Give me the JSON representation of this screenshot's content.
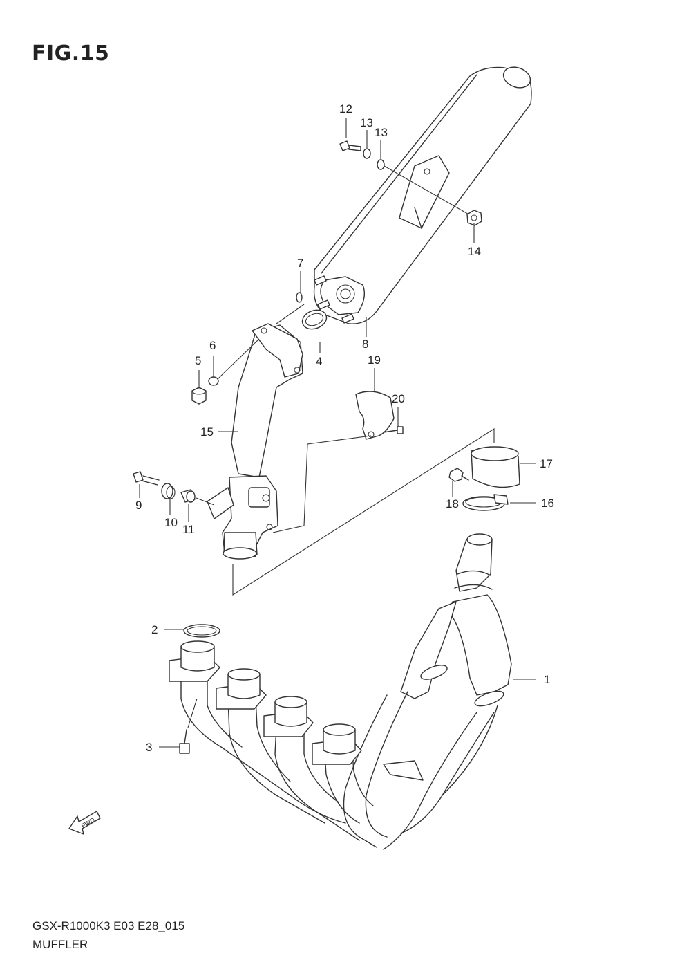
{
  "figure": {
    "title": "FIG.15",
    "model_code": "GSX-R1000K3 E03 E28_015",
    "name": "MUFFLER",
    "fwd_label": "FWD"
  },
  "callouts": {
    "c1": "1",
    "c2": "2",
    "c3": "3",
    "c4": "4",
    "c5": "5",
    "c6": "6",
    "c7": "7",
    "c8": "8",
    "c9": "9",
    "c10": "10",
    "c11": "11",
    "c12": "12",
    "c13a": "13",
    "c13b": "13",
    "c14": "14",
    "c15": "15",
    "c16": "16",
    "c17": "17",
    "c18": "18",
    "c19": "19",
    "c20": "20"
  },
  "icons": {
    "fwd_arrow": "fwd-arrow-icon"
  }
}
